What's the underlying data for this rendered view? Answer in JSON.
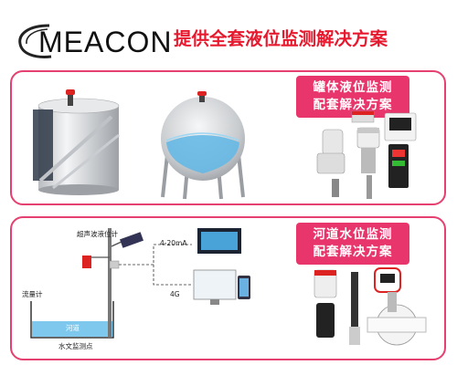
{
  "header": {
    "brand": "MEACON",
    "headline": "提供全套液位监测解决方案"
  },
  "panel_tank": {
    "badge_line1": "罐体液位监测",
    "badge_line2": "配套解决方案"
  },
  "panel_river": {
    "badge_line1": "河道水位监测",
    "badge_line2": "配套解决方案",
    "diagram": {
      "sensor_label": "超声波液位计",
      "signal_analog": "4-20mA",
      "signal_wireless": "4G",
      "flowmeter_label": "流量计",
      "water_label": "河道",
      "station_label": "水文监测点"
    }
  },
  "colors": {
    "accent": "#e8356b",
    "headline": "#e6192e",
    "water": "#7ec8ee"
  }
}
